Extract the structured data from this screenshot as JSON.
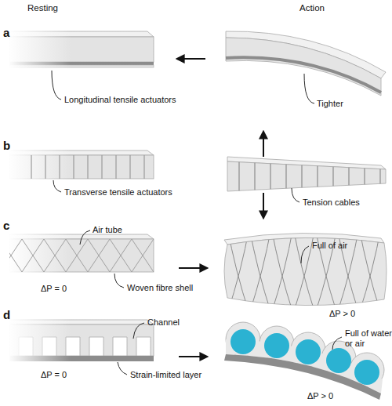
{
  "diagram": {
    "labels": [
      "Resting",
      "Action",
      "a",
      "Longitudinal tensile actuators",
      "Tighter",
      "b",
      "Transverse tensile actuators",
      "Tension cables",
      "c",
      "Air tube",
      "ΔP = 0",
      "Woven fibre shell",
      "Full of air",
      "ΔP > 0",
      "d",
      "Channel",
      "ΔP = 0",
      "Strain-limited layer",
      "Full of water or air",
      "ΔP > 0"
    ]
  }
}
